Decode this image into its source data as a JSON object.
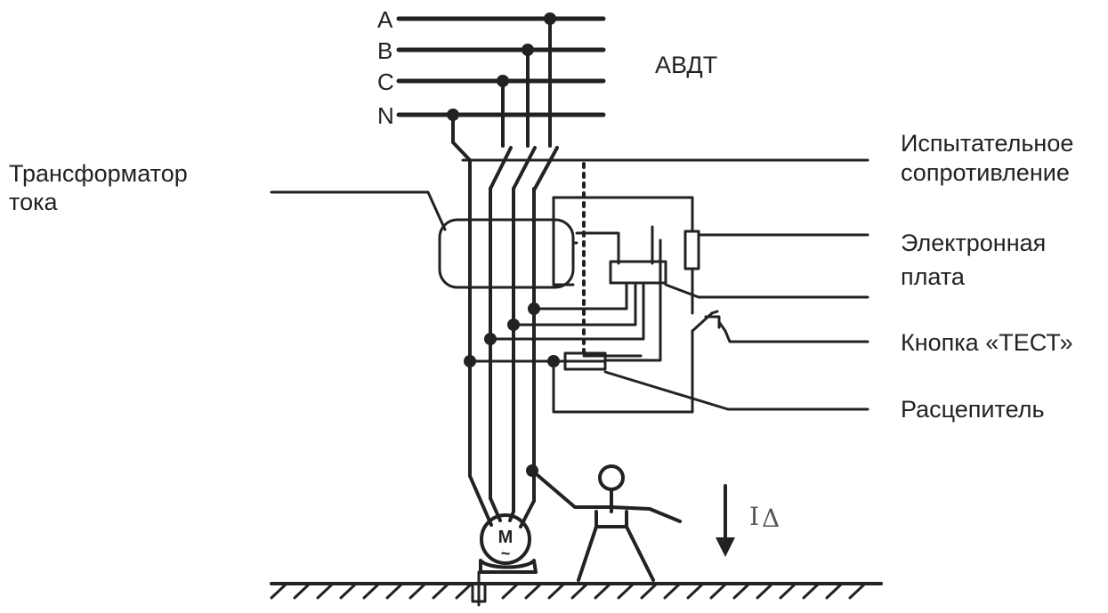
{
  "phases": [
    "A",
    "B",
    "C",
    "N"
  ],
  "labels": {
    "device": "АВДТ",
    "test_resistor": [
      "Испытательное",
      "сопротивление"
    ],
    "transformer": [
      "Трансформатор",
      "тока"
    ],
    "board": [
      "Электронная",
      "плата"
    ],
    "test_button": "Кнопка «ТЕСТ»",
    "release": "Расцепитель"
  },
  "motor": {
    "symbol": "M",
    "sub": "~"
  },
  "leak_current": {
    "symbol": "I",
    "sub": "Δ"
  }
}
